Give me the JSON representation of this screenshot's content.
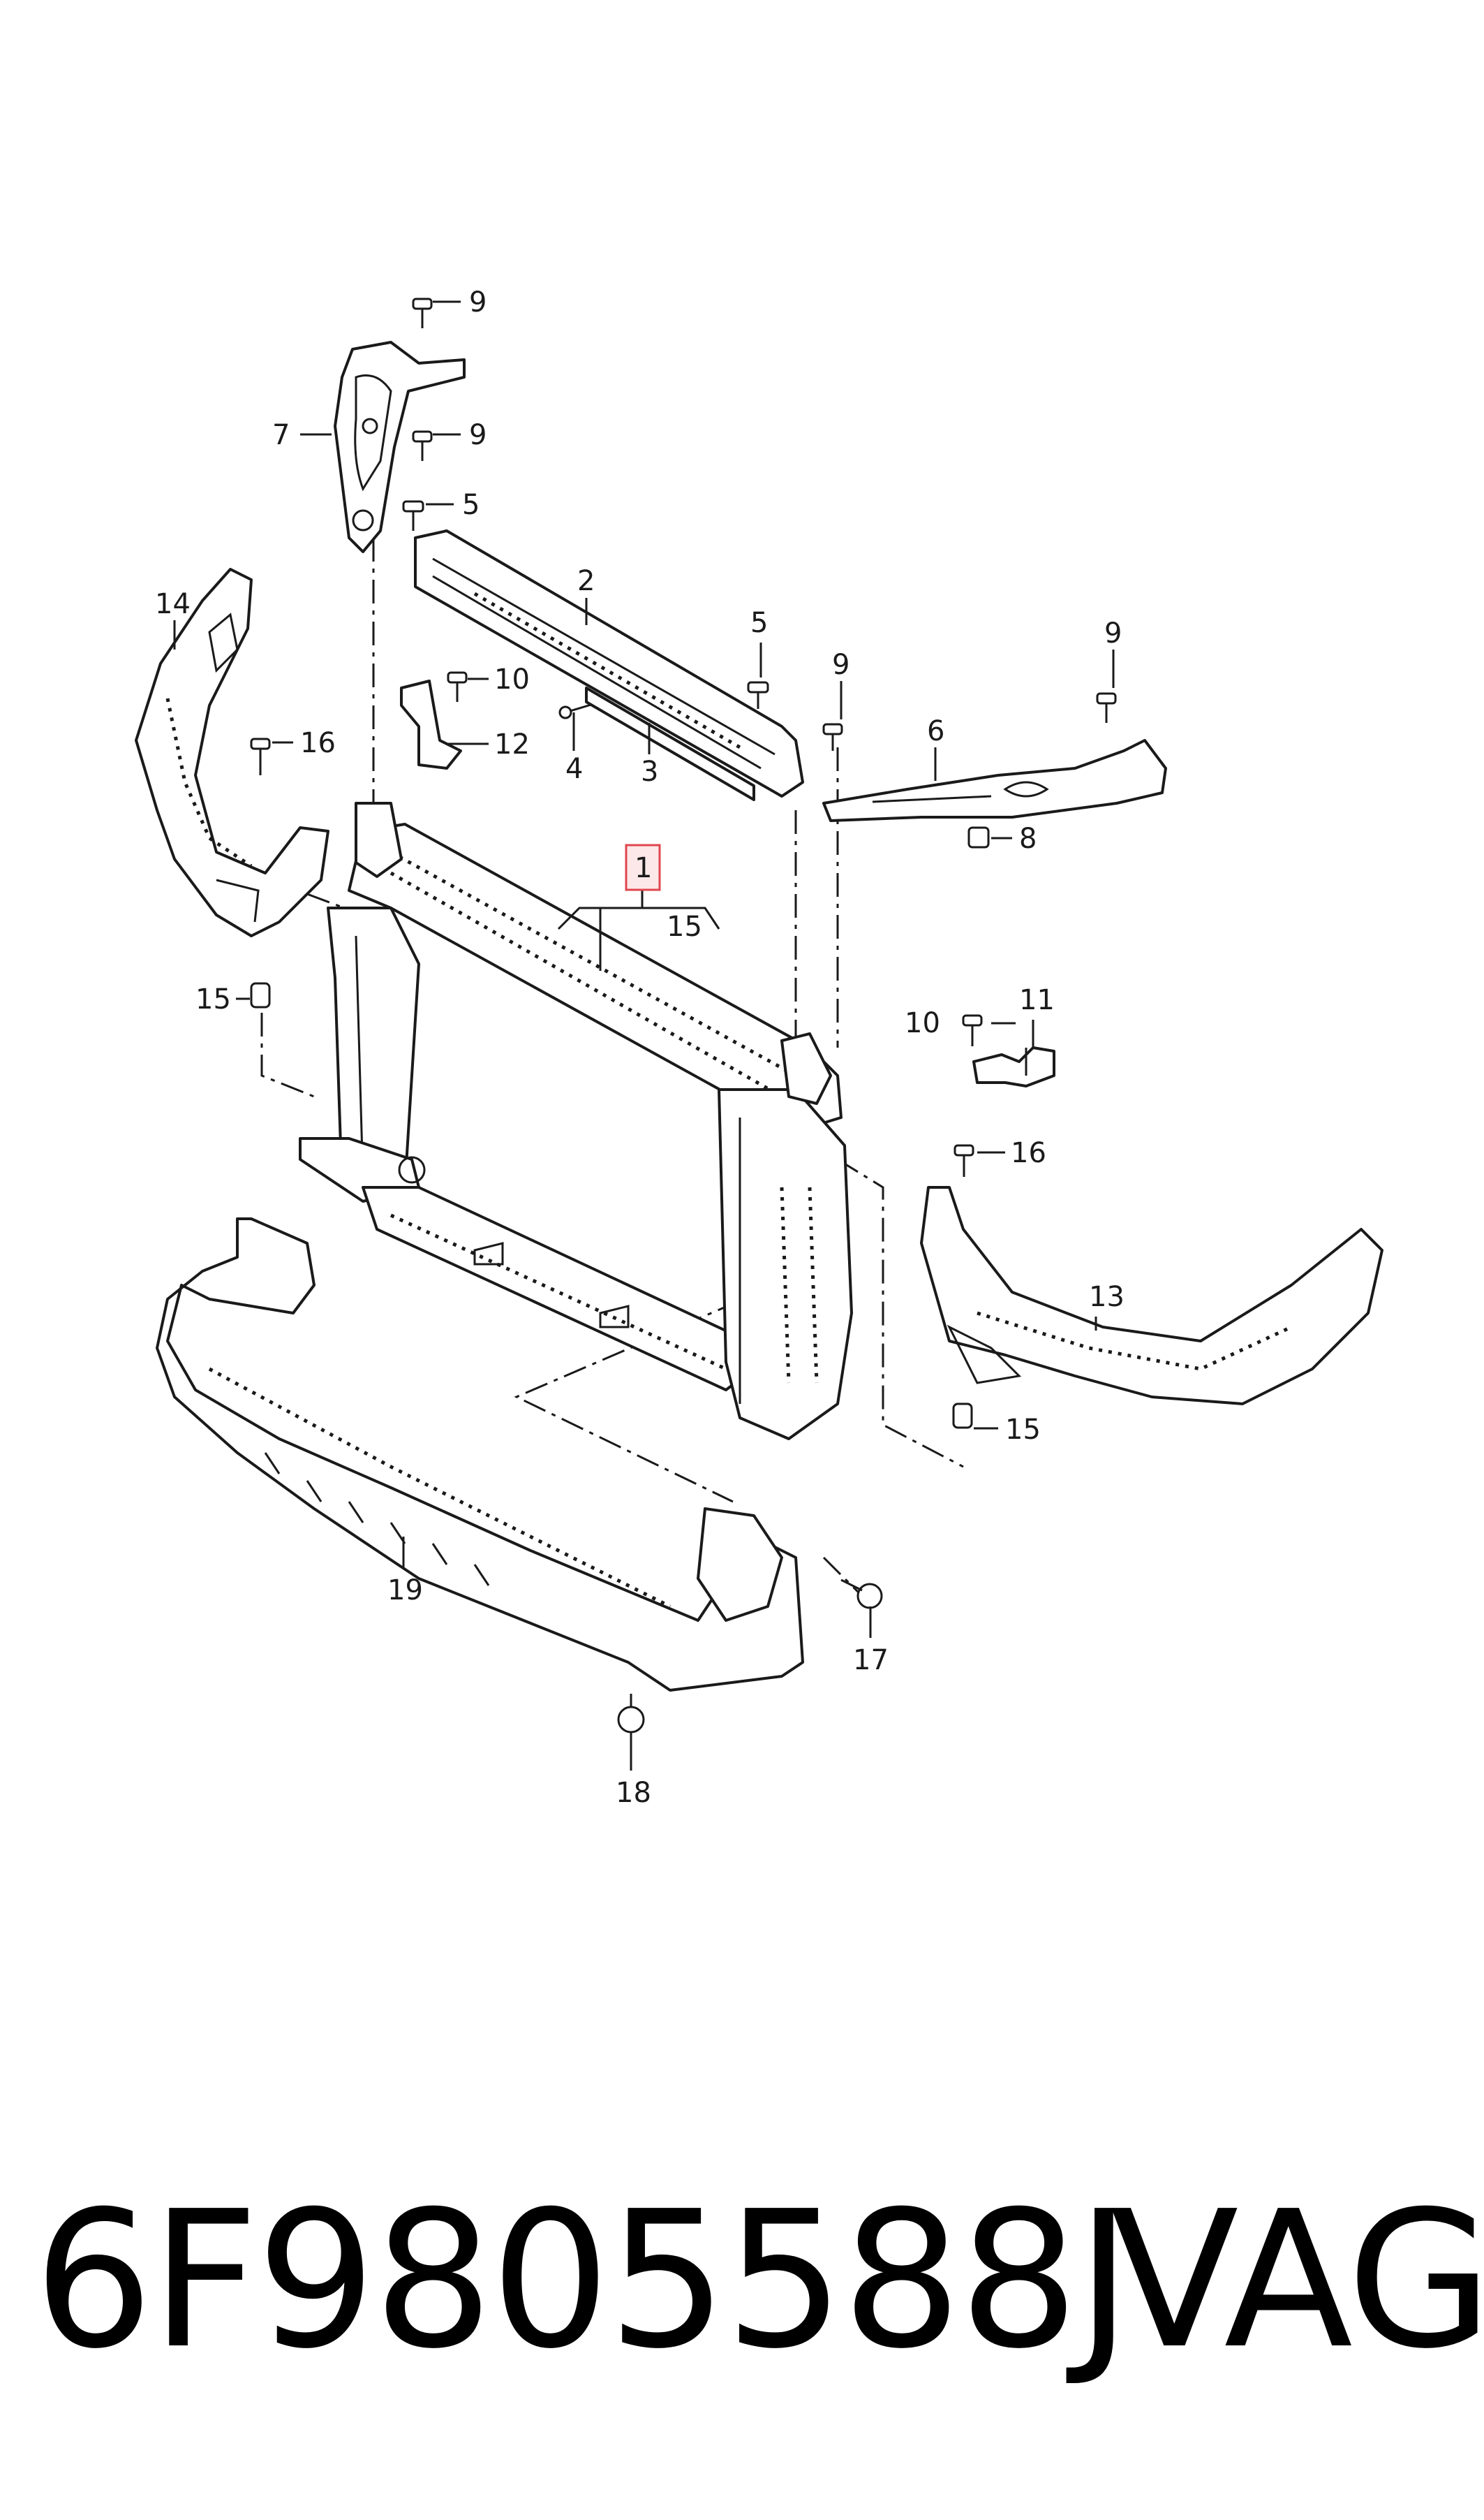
{
  "diagram": {
    "callouts": [
      {
        "id": "callout-9a",
        "text": "9"
      },
      {
        "id": "callout-7",
        "text": "7"
      },
      {
        "id": "callout-9b",
        "text": "9"
      },
      {
        "id": "callout-5a",
        "text": "5"
      },
      {
        "id": "callout-2",
        "text": "2"
      },
      {
        "id": "callout-14",
        "text": "14"
      },
      {
        "id": "callout-5b",
        "text": "5"
      },
      {
        "id": "callout-9c",
        "text": "9"
      },
      {
        "id": "callout-9d",
        "text": "9"
      },
      {
        "id": "callout-10a",
        "text": "10"
      },
      {
        "id": "callout-16a",
        "text": "16"
      },
      {
        "id": "callout-12",
        "text": "12"
      },
      {
        "id": "callout-6",
        "text": "6"
      },
      {
        "id": "callout-4",
        "text": "4"
      },
      {
        "id": "callout-3",
        "text": "3"
      },
      {
        "id": "callout-8",
        "text": "8"
      },
      {
        "id": "callout-1",
        "text": "1"
      },
      {
        "id": "callout-15a",
        "text": "15"
      },
      {
        "id": "callout-15b",
        "text": "15"
      },
      {
        "id": "callout-11",
        "text": "11"
      },
      {
        "id": "callout-10b",
        "text": "10"
      },
      {
        "id": "callout-16b",
        "text": "16"
      },
      {
        "id": "callout-13",
        "text": "13"
      },
      {
        "id": "callout-15c",
        "text": "15"
      },
      {
        "id": "callout-19",
        "text": "19"
      },
      {
        "id": "callout-17",
        "text": "17"
      },
      {
        "id": "callout-18",
        "text": "18"
      }
    ],
    "highlight_color": "#e0464e"
  },
  "footer": {
    "part_number": "6F9805588J",
    "brand": "VAG"
  }
}
